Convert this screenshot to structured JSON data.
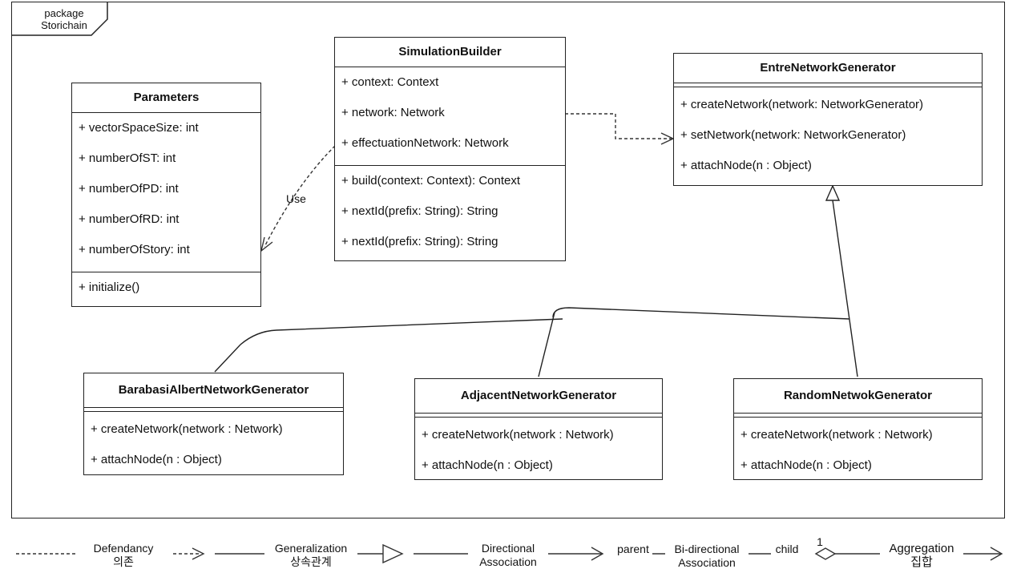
{
  "package": {
    "keyword": "package",
    "name": "Storichain"
  },
  "classes": {
    "parameters": {
      "name": "Parameters",
      "attributes": [
        "+ vectorSpaceSize: int",
        "+ numberOfST: int",
        "+ numberOfPD: int",
        "+ numberOfRD: int",
        "+ numberOfStory: int"
      ],
      "operations": [
        "+ initialize()"
      ]
    },
    "simulation_builder": {
      "name": "SimulationBuilder",
      "attributes": [
        "+ context: Context",
        "+ network: Network",
        "+ effectuationNetwork: Network"
      ],
      "operations": [
        "+ build(context: Context): Context",
        "+ nextId(prefix: String): String",
        "+ nextId(prefix: String): String"
      ]
    },
    "entre_network_generator": {
      "name": "EntreNetworkGenerator",
      "operations": [
        "+ createNetwork(network: NetworkGenerator)",
        "+ setNetwork(network: NetworkGenerator)",
        "+ attachNode(n : Object)"
      ]
    },
    "barabasi_albert": {
      "name": "BarabasiAlbertNetworkGenerator",
      "operations": [
        "+ createNetwork(network : Network)",
        "+ attachNode(n : Object)"
      ]
    },
    "adjacent": {
      "name": "AdjacentNetworkGenerator",
      "operations": [
        "+ createNetwork(network : Network)",
        "+ attachNode(n : Object)"
      ]
    },
    "random": {
      "name": "RandomNetwokGenerator",
      "operations": [
        "+ createNetwork(network : Network)",
        "+ attachNode(n : Object)"
      ]
    }
  },
  "relations": {
    "use_label": "Use"
  },
  "legend": {
    "dependency": {
      "en": "Defendancy",
      "ko": "의존"
    },
    "generalization": {
      "en": "Generalization",
      "ko": "상속관계"
    },
    "directional": {
      "line1": "Directional",
      "line2": "Association"
    },
    "bidirectional": {
      "line1": "Bi-directional",
      "line2": "Association",
      "parent": "parent",
      "child": "child"
    },
    "aggregation": {
      "en": "Aggregation",
      "ko": "집합",
      "multiplicity": "1"
    }
  }
}
